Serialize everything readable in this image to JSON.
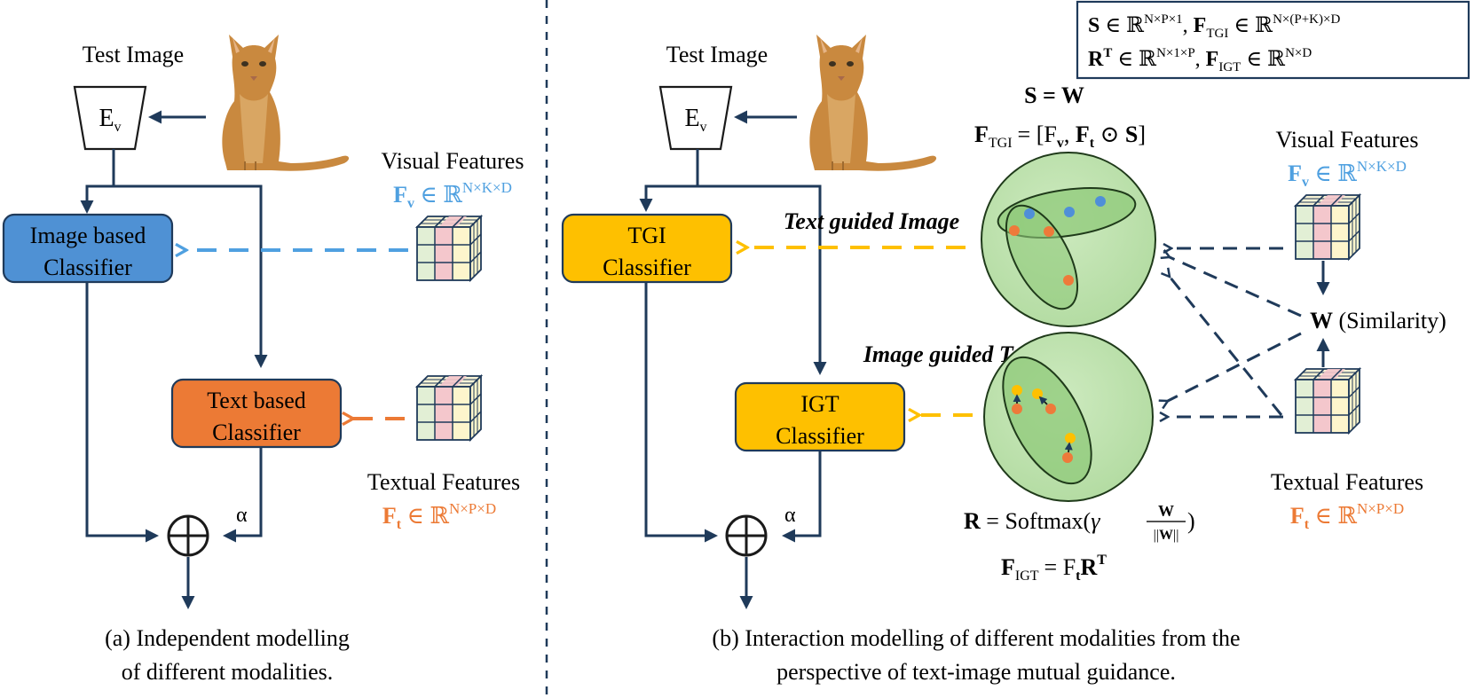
{
  "colors": {
    "navy": "#1f3a5a",
    "blue_box": "#4f91d4",
    "orange_box": "#ec7a35",
    "yellow_box": "#fec000",
    "blue_text": "#4fa0e0",
    "orange_text": "#ec7a35",
    "sphere_fill": "#bde3ad",
    "ellipse_fill": "#8fca7a",
    "dot_blue": "#4f8fd8",
    "dot_orange": "#ee7a3a",
    "dot_yellow": "#ffc000",
    "cube_pink": "#f4c7cc",
    "cube_yellow": "#fdf5cc",
    "cube_green": "#e2efd5"
  },
  "panel_a": {
    "test_image_label": "Test Image",
    "encoder_label": "E",
    "encoder_sub": "v",
    "image_classifier": [
      "Image based",
      "Classifier"
    ],
    "text_classifier": [
      "Text based",
      "Classifier"
    ],
    "visual_title": "Visual Features",
    "visual_formula": {
      "main": "F",
      "sub": "v",
      "mid": " ∈ ℝ",
      "sup": "N×K×D"
    },
    "textual_title": "Textual Features",
    "textual_formula": {
      "main": "F",
      "sub": "t",
      "mid": " ∈ ℝ",
      "sup": "N×P×D"
    },
    "alpha": "α",
    "oplus": "⊕",
    "caption": [
      "(a) Independent modelling",
      "of different modalities."
    ]
  },
  "panel_b": {
    "test_image_label": "Test Image",
    "encoder_label": "E",
    "encoder_sub": "v",
    "tgi_classifier": [
      "TGI",
      "Classifier"
    ],
    "igt_classifier": [
      "IGT",
      "Classifier"
    ],
    "text_guided_image": "Text guided Image",
    "image_guided_text": "Image guided Text",
    "visual_title": "Visual Features",
    "visual_formula": {
      "main": "F",
      "sub": "v",
      "mid": " ∈ ℝ",
      "sup": "N×K×D"
    },
    "textual_title": "Textual Features",
    "textual_formula": {
      "main": "F",
      "sub": "t",
      "mid": " ∈ ℝ",
      "sup": "N×P×D"
    },
    "similarity": {
      "bold": "W",
      "rest": " (Similarity)"
    },
    "s_eq": "S = W",
    "ftgi_lhs": "TGI",
    "ftgi_rhs": "= [F",
    "r_eq": "R = Softmax(γ",
    "figt_lhs": "IGT",
    "figt_rhs": "= F",
    "alpha": "α",
    "oplus": "⊕",
    "caption": [
      "(b) Interaction modelling of different modalities from the",
      "perspective of text-image mutual guidance."
    ]
  },
  "legend": {
    "line1": "S ∈ ℝ^{N×P×1}, F_TGI ∈ ℝ^{N×(P+K)×D}",
    "line2": "R^T ∈ ℝ^{N×1×P}, F_IGT ∈ ℝ^{N×D}"
  }
}
